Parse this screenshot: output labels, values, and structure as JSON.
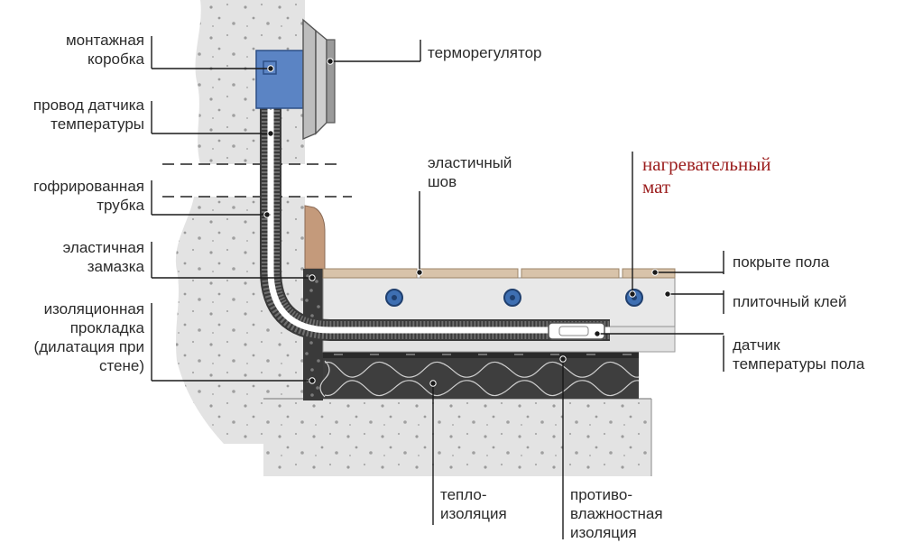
{
  "labels": {
    "mounting_box": "монтажная\nкоробка",
    "sensor_wire": "провод датчика\nтемпературы",
    "corrugated_tube": "гофрированная\nтрубка",
    "elastic_sealant": "эластичная\nзамазка",
    "insulation_strip": "изоляционная\nпрокладка\n(дилатация при\nстене)",
    "thermostat": "терморегулятор",
    "elastic_seam": "эластичный\nшов",
    "heating_mat": "нагревательный\nмат",
    "floor_covering": "покрыте пола",
    "tile_adhesive": "плиточный клей",
    "floor_sensor": "датчик\nтемпературы пола",
    "thermal_insulation": "тепло-\nизоляция",
    "moisture_insulation": "противо-\nвлажностная\nизоляция"
  },
  "colors": {
    "concrete": "#e3e3e3",
    "concrete_dots": "#9a9a9a",
    "box_blue": "#5b84c4",
    "thermostat": "#c9c9c9",
    "tile": "#d8c3aa",
    "adhesive": "#e8e8e8",
    "sensor_tube": "#6b6b6b",
    "insulation": "#3e3e3e",
    "heating_mat_accent": "#9b1d1d",
    "wood_trim": "#c49a7b"
  }
}
